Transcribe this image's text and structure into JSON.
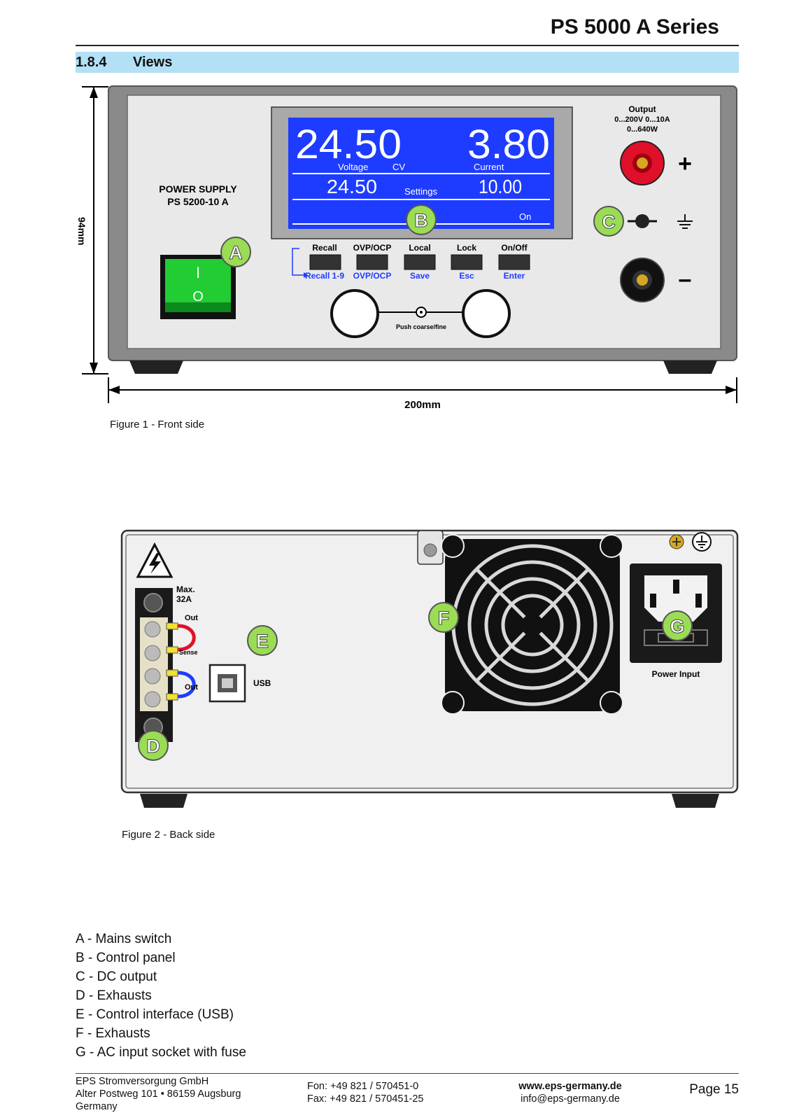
{
  "header": {
    "series": "PS 5000 A Series",
    "section_number": "1.8.4",
    "section_title": "Views"
  },
  "front": {
    "dim_height": "94mm",
    "dim_width": "200mm",
    "label_line1": "POWER SUPPLY",
    "label_line2": "PS 5200-10 A",
    "display": {
      "voltage": "24.50",
      "current": "3.80",
      "voltage_label": "Voltage",
      "mode": "CV",
      "current_label": "Current",
      "set_voltage": "24.50",
      "settings_label": "Settings",
      "set_current": "10.00",
      "status": "On"
    },
    "buttons": [
      {
        "top": "Recall",
        "bottom": "Recall 1-9"
      },
      {
        "top": "OVP/OCP",
        "bottom": "OVP/OCP"
      },
      {
        "top": "Local",
        "bottom": "Save"
      },
      {
        "top": "Lock",
        "bottom": "Esc"
      },
      {
        "top": "On/Off",
        "bottom": "Enter"
      }
    ],
    "knob_label": "Push coarse/fine",
    "output_line1": "Output",
    "output_line2": "0...200V 0...10A",
    "output_line3": "0...640W",
    "plus": "+",
    "minus": "–",
    "switch_on": "I",
    "switch_off": "O",
    "markers": {
      "a": "A",
      "b": "B",
      "c": "C"
    },
    "caption": "Figure 1 - Front side"
  },
  "back": {
    "max_line1": "Max.",
    "max_line2": "32A",
    "out_top": "Out",
    "sense": "Sense",
    "out_bottom": "Out",
    "usb": "USB",
    "power_input": "Power Input",
    "markers": {
      "d": "D",
      "e": "E",
      "f": "F",
      "g": "G"
    },
    "caption": "Figure 2 - Back side"
  },
  "legend": [
    "A - Mains switch",
    "B - Control panel",
    "C - DC output",
    "D - Exhausts",
    "E - Control interface (USB)",
    "F - Exhausts",
    "G - AC input socket with fuse"
  ],
  "footer": {
    "company": "EPS Stromversorgung GmbH",
    "address": "Alter Postweg 101 • 86159 Augsburg",
    "country": "Germany",
    "phone": "Fon: +49 821 / 570451-0",
    "fax": "Fax: +49 821 / 570451-25",
    "web": "www.eps-germany.de",
    "email": "info@eps-germany.de",
    "page": "Page 15"
  },
  "colors": {
    "display_blue": "#1e3cff",
    "marker_green": "#9bdc55",
    "section_bar": "#b3e0f5",
    "switch_green": "#22cc33"
  }
}
